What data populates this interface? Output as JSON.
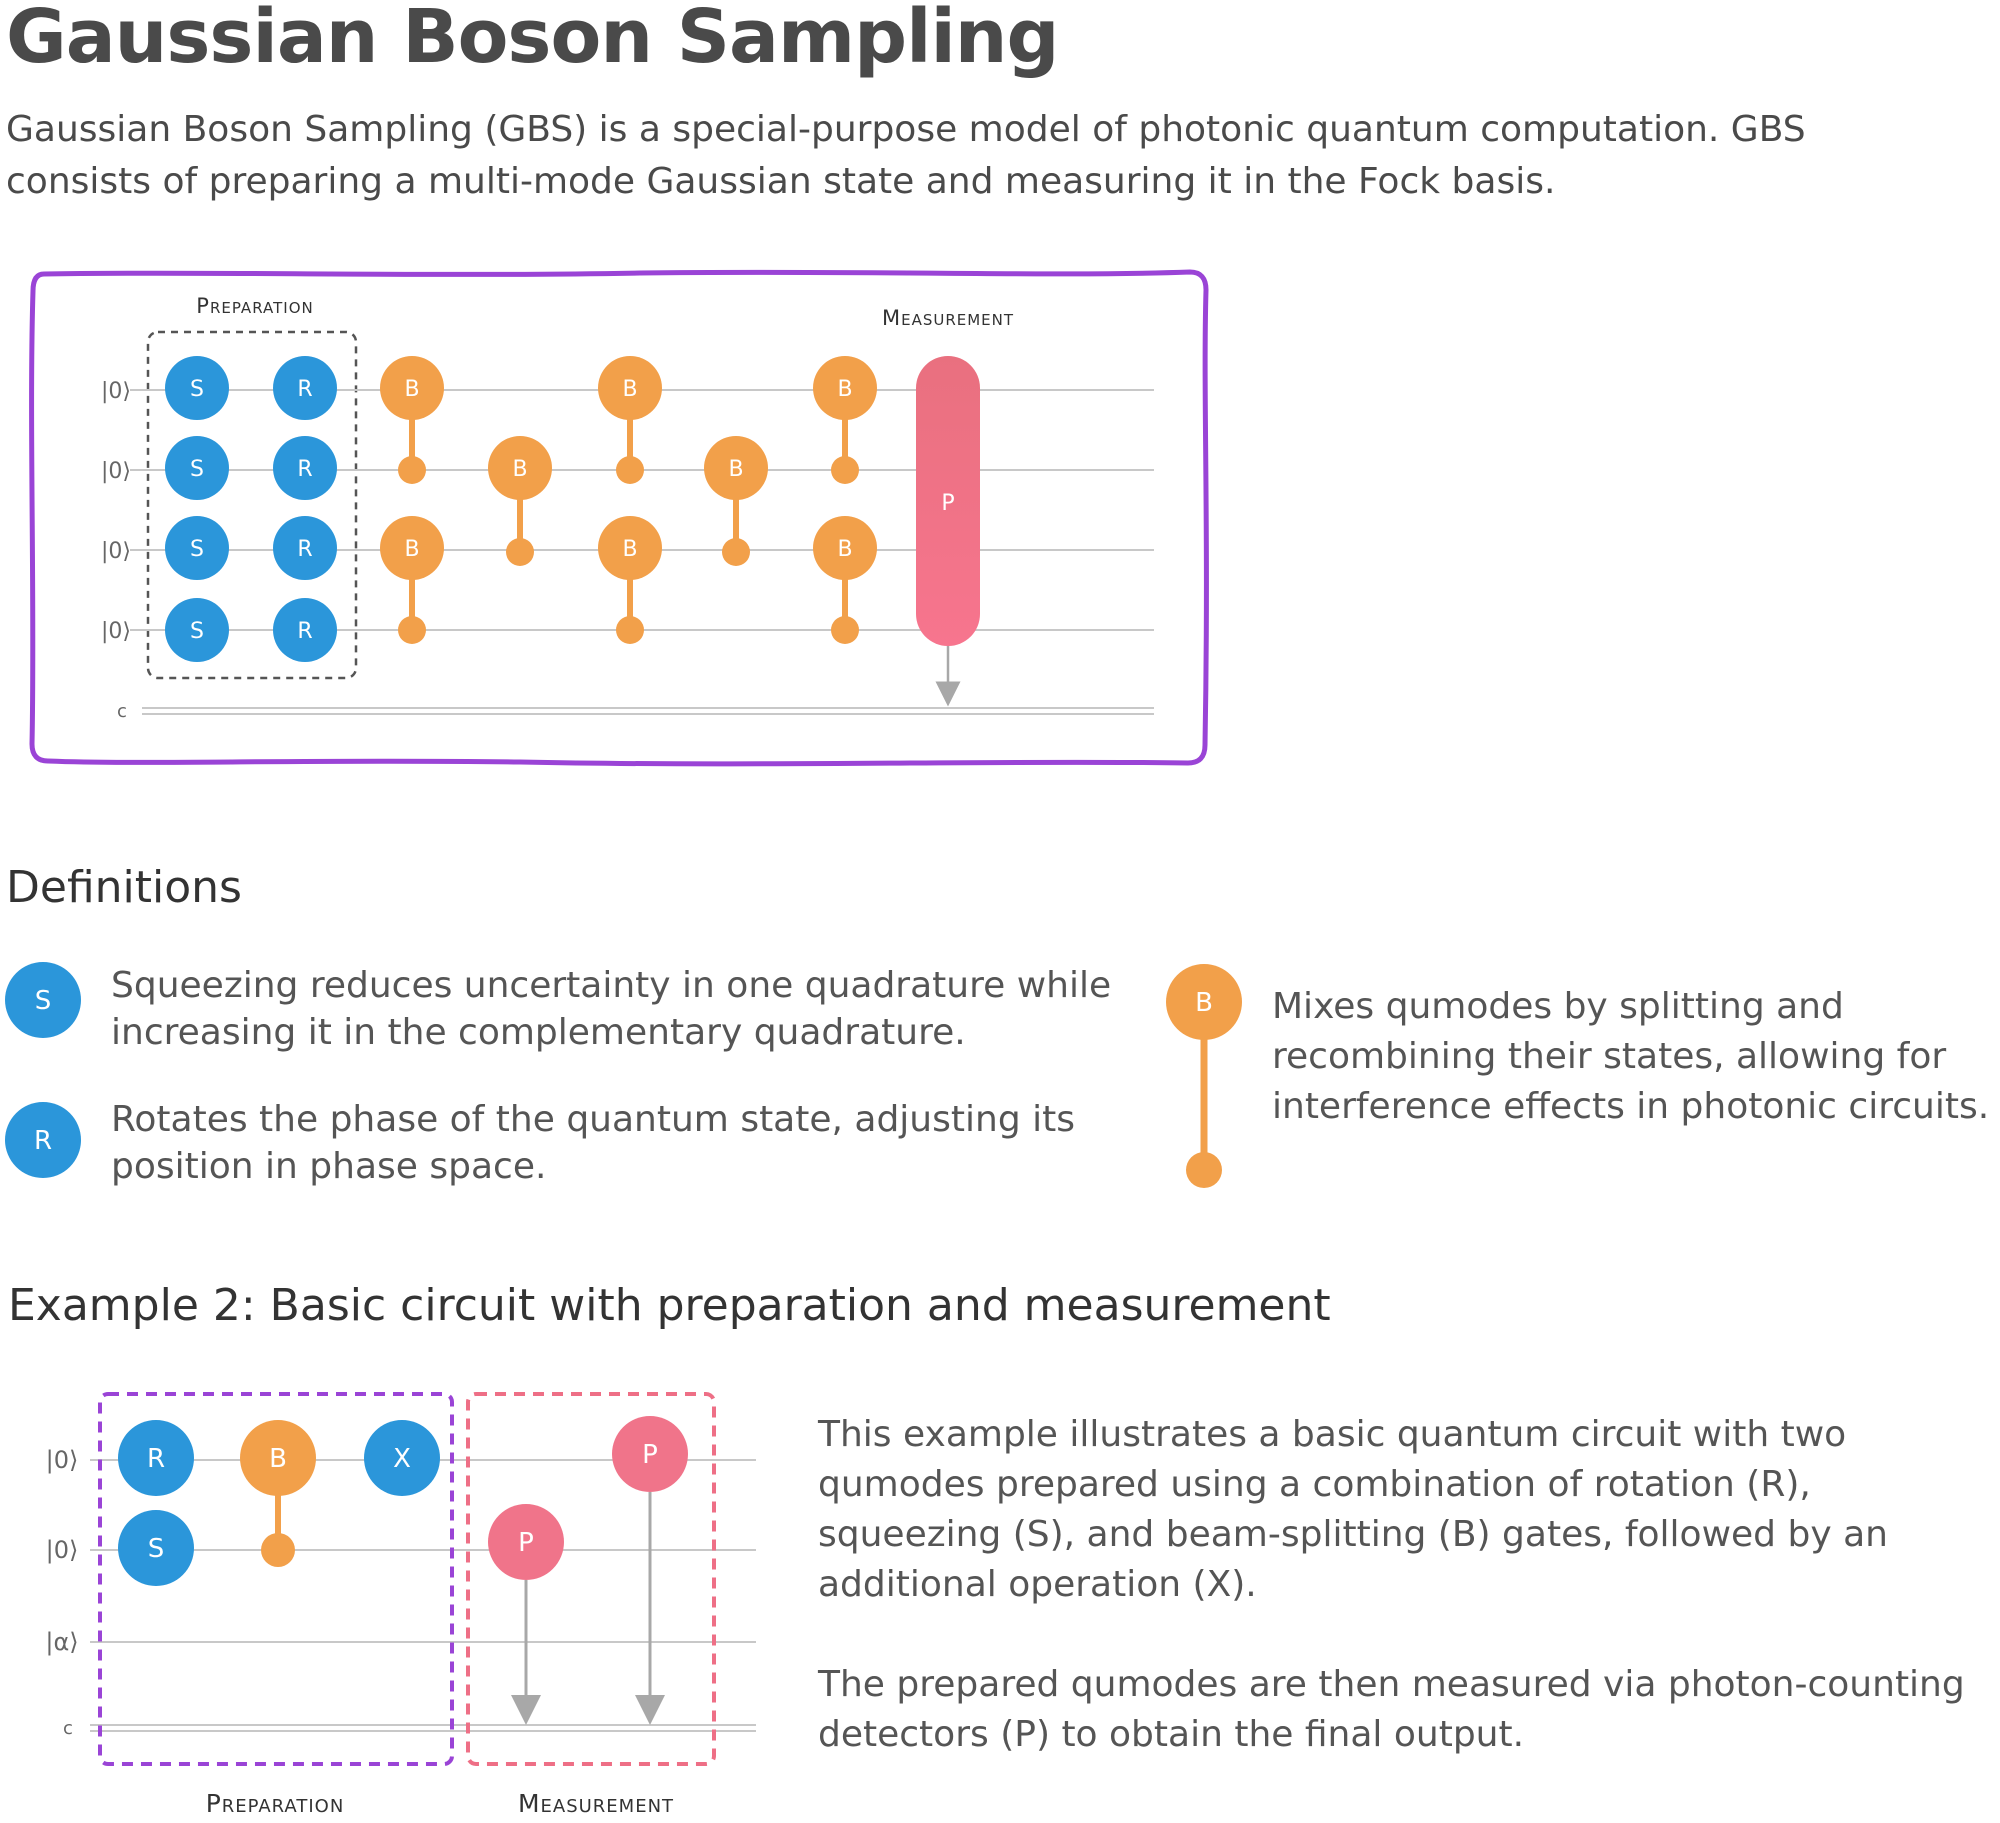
{
  "title": "Gaussian Boson Sampling",
  "intro": "Gaussian Boson Sampling (GBS) is a special-purpose model of photonic quantum computation. GBS consists of preparing a multi-mode Gaussian state and measuring it in the Fock basis.",
  "colors": {
    "squeeze_rotate": "#2b96da",
    "beamsplitter": "#f2a04a",
    "photon_counter": "#f0748a",
    "frame_purple": "#9a44d6",
    "measure_dash": "#ee6f86",
    "wire": "#c8c8c8"
  },
  "circuit_main": {
    "preparation_label": "Preparation",
    "measurement_label": "Measurement",
    "mode_labels": [
      "|0⟩",
      "|0⟩",
      "|0⟩",
      "|0⟩"
    ],
    "classical_label": "c",
    "prep_gates": [
      "S",
      "R"
    ],
    "beamsplitter_label": "B",
    "detector_label": "P"
  },
  "definitions": {
    "heading": "Definitions",
    "squeeze": {
      "icon": "S",
      "text": "Squeezing reduces uncertainty in one quadrature while increasing it in the complementary quadrature."
    },
    "rotate": {
      "icon": "R",
      "text": "Rotates the phase of the quantum state, adjusting its position in phase space."
    },
    "beamsplit": {
      "icon": "B",
      "text": "Mixes qumodes by splitting and recombining their states, allowing for interference effects in photonic circuits."
    }
  },
  "example": {
    "heading": "Example 2: Basic circuit with preparation and measurement",
    "mode_labels": [
      "|0⟩",
      "|0⟩",
      "|α⟩"
    ],
    "classical_label": "c",
    "gates": {
      "r": "R",
      "b": "B",
      "x": "X",
      "s": "S",
      "p1": "P",
      "p2": "P"
    },
    "preparation_label": "Preparation",
    "measurement_label": "Measurement",
    "description_1": "This example illustrates a basic quantum circuit with two qumodes prepared using a combination of rotation (R), squeezing (S), and beam-splitting (B) gates, followed by an additional operation (X).",
    "description_2": "The prepared qumodes are then measured via photon-counting detectors (P) to obtain the final output."
  }
}
